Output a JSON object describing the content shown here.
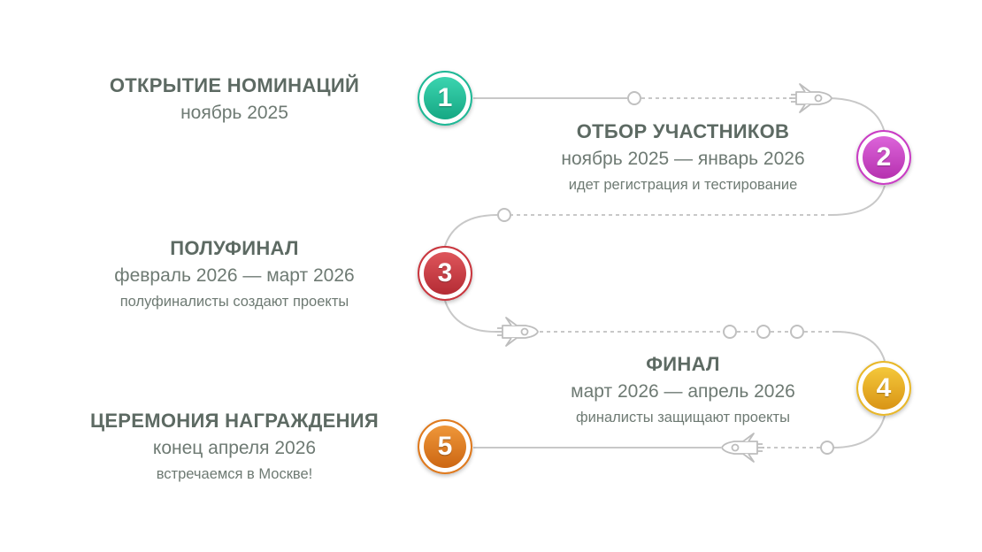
{
  "stages": [
    {
      "num": "1",
      "title": "ОТКРЫТИЕ НОМИНАЦИЙ",
      "date": "ноябрь 2025",
      "color": "#1fb896",
      "ring": "#1fb896"
    },
    {
      "num": "2",
      "title": "ОТБОР УЧАСТНИКОВ",
      "date": "ноябрь 2025 — январь 2026",
      "note": "идет регистрация и тестирование",
      "color": "#c93dc4",
      "ring": "#c93dc4"
    },
    {
      "num": "3",
      "title": "ПОЛУФИНАЛ",
      "date": "февраль 2026 — март 2026",
      "note": "полуфиналисты создают проекты",
      "color": "#c9363e",
      "ring": "#c9363e"
    },
    {
      "num": "4",
      "title": "ФИНАЛ",
      "date": "март 2026 — апрель 2026",
      "note": "финалисты защищают проекты",
      "color": "#e0a020",
      "ring": "#e8b82a"
    },
    {
      "num": "5",
      "title": "ЦЕРЕМОНИЯ НАГРАЖДЕНИЯ",
      "date": "конец апреля 2026",
      "note": "встречаемся в Москве!",
      "color": "#df7a1e",
      "ring": "#df7a1e"
    }
  ],
  "decor": {
    "path_color": "#c8c8c8",
    "rocket_icon": "rocket-icon",
    "dot_icon": "milestone-dot-icon"
  }
}
